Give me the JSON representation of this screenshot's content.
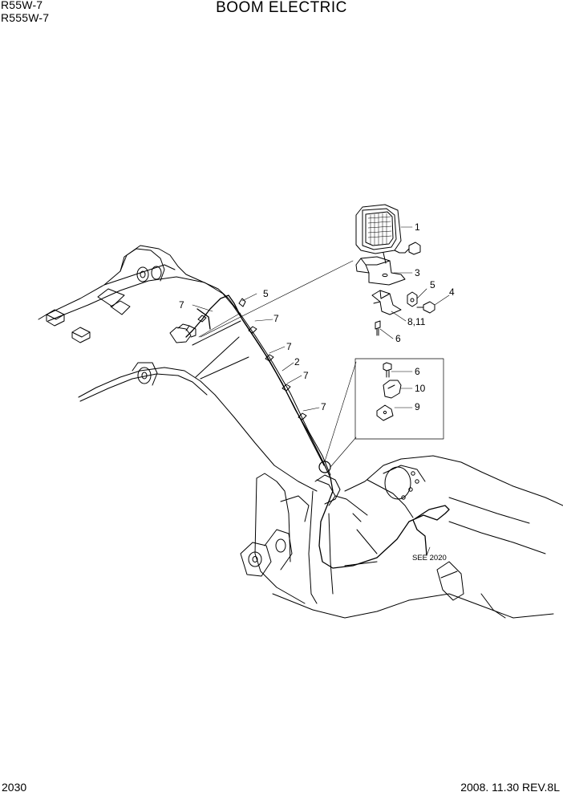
{
  "header": {
    "model_1": "R55W-7",
    "model_2": "R555W-7",
    "title": "BOOM ELECTRIC"
  },
  "footer": {
    "page_number": "2030",
    "revision": "2008. 11.30  REV.8L"
  },
  "callouts": {
    "c1": "1",
    "c3": "3",
    "c5a": "5",
    "c4": "4",
    "c8_11": "8,11",
    "c6a": "6",
    "c5b": "5",
    "c7a": "7",
    "c7b": "7",
    "c7c": "7",
    "c2": "2",
    "c7d": "7",
    "c7e": "7",
    "c6b": "6",
    "c10": "10",
    "c9": "9"
  },
  "reference_note": "SEE 2020"
}
